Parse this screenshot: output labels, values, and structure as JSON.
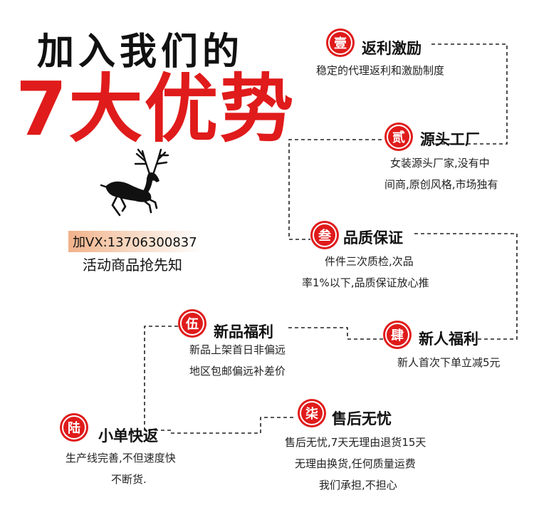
{
  "header": {
    "line1": "加入我们的",
    "line2": "7大优势"
  },
  "contact": {
    "wechat": "加VX:13706300837",
    "tagline": "活动商品抢先知"
  },
  "advantages": [
    {
      "badge": "壹",
      "title": "返利激励",
      "desc": [
        "稳定的代理返利和激励制度"
      ]
    },
    {
      "badge": "贰",
      "title": "源头工厂",
      "desc": [
        "女装源头厂家,没有中",
        "间商,原创风格,市场独有"
      ]
    },
    {
      "badge": "叁",
      "title": "品质保证",
      "desc": [
        "件件三次质检,次品",
        "率1%以下,品质保证放心推"
      ]
    },
    {
      "badge": "肆",
      "title": "新人福利",
      "desc": [
        "新人首次下单立减5元"
      ]
    },
    {
      "badge": "伍",
      "title": "新品福利",
      "desc": [
        "新品上架首日非偏远",
        "地区包邮偏远补差价"
      ]
    },
    {
      "badge": "陆",
      "title": "小单快返",
      "desc": [
        "生产线完善,不但速度快",
        "不断货."
      ]
    },
    {
      "badge": "柒",
      "title": "售后无忧",
      "desc": [
        "售后无忧,7天无理由退货15天",
        "无理由换货,任何质量运费",
        "我们承担,不担心"
      ]
    }
  ]
}
